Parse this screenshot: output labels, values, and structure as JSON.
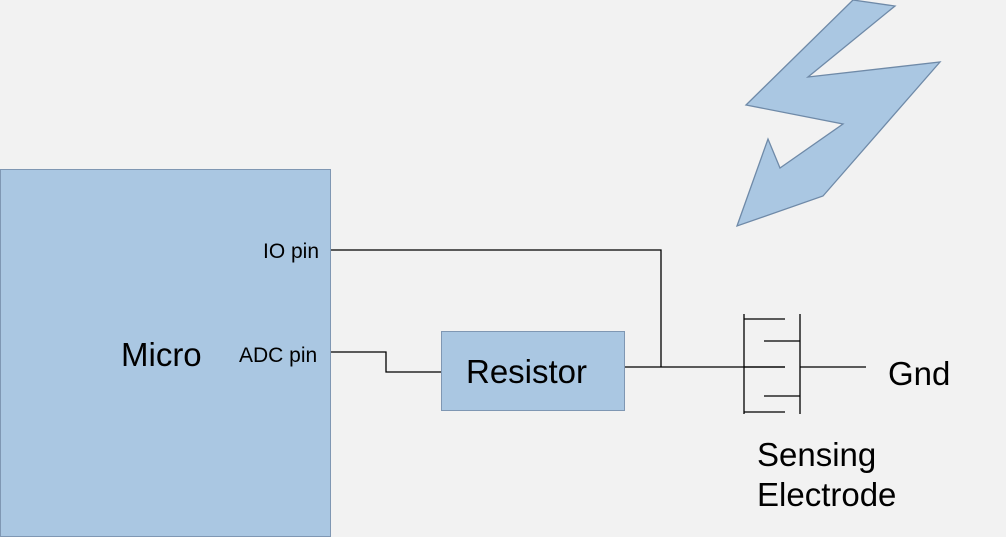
{
  "diagram": {
    "micro": {
      "label": "Micro",
      "io_pin_label": "IO pin",
      "adc_pin_label": "ADC pin"
    },
    "resistor": {
      "label": "Resistor"
    },
    "ground": {
      "label": "Gnd"
    },
    "electrode": {
      "label_line1": "Sensing",
      "label_line2": "Electrode"
    },
    "colors": {
      "block_fill": "#aac7e2",
      "block_border": "#7f97b3",
      "lightning_fill": "#aac7e2",
      "lightning_border": "#6f8aa8",
      "wire": "#000000",
      "background": "#f2f2f2"
    },
    "icons": {
      "lightning": "lightning-bolt-icon"
    }
  }
}
